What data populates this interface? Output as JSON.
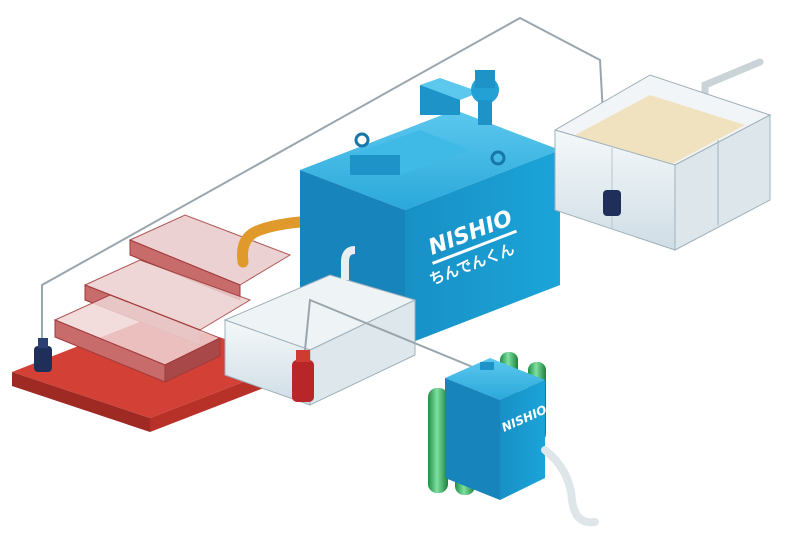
{
  "illustration": {
    "main_unit": {
      "brand": "NISHIO",
      "product_name": "ちんでんくん",
      "color": "#1aa3d4"
    },
    "gas_unit": {
      "brand": "NISHIO",
      "color": "#1aa3d4",
      "cylinder_color": "#3cc46a"
    },
    "colors": {
      "platform": "#c8392f",
      "tank_glass": "#e6eef2",
      "settling_liquid": "#efe0b8",
      "hose": "#e09a2c",
      "pump_dark": "#1f2f5a",
      "pump_red": "#b8262a"
    }
  }
}
